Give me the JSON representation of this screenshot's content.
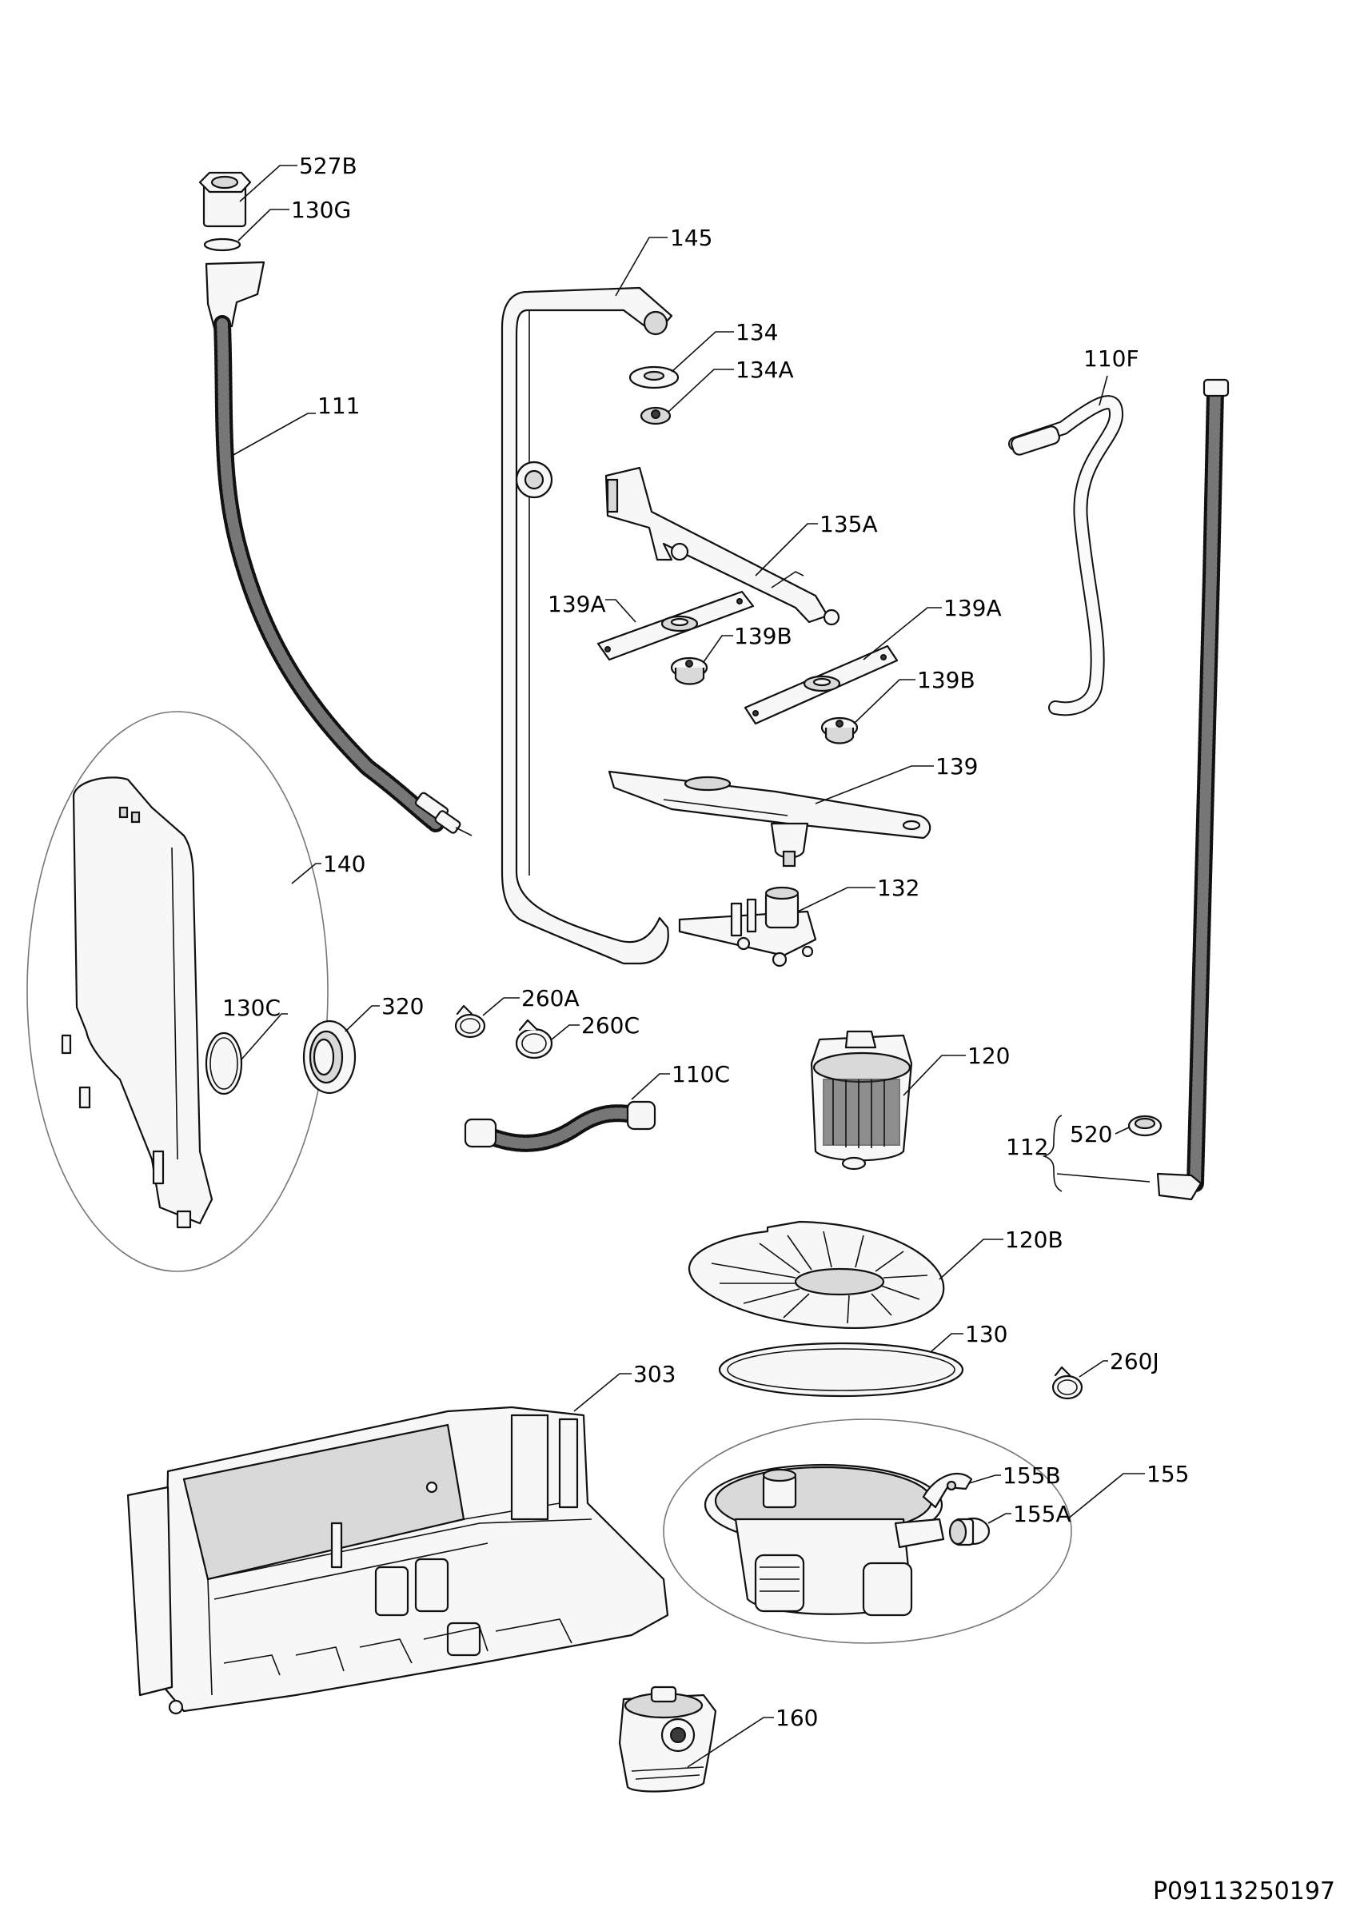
{
  "labels": {
    "l527B": "527B",
    "l130G": "130G",
    "l145": "145",
    "l134": "134",
    "l134A": "134A",
    "l110F": "110F",
    "l111": "111",
    "l135A": "135A",
    "l139A_left": "139A",
    "l139B_left": "139B",
    "l139A_right": "139A",
    "l139B_right": "139B",
    "l139": "139",
    "l140": "140",
    "l132": "132",
    "l130C": "130C",
    "l320": "320",
    "l260A": "260A",
    "l260C": "260C",
    "l120": "120",
    "l110C": "110C",
    "l520": "520",
    "l112": "112",
    "l120B": "120B",
    "l130": "130",
    "l260J": "260J",
    "l303": "303",
    "l155B": "155B",
    "l155": "155",
    "l155A": "155A",
    "l160": "160"
  },
  "document_code": "P09113250197"
}
